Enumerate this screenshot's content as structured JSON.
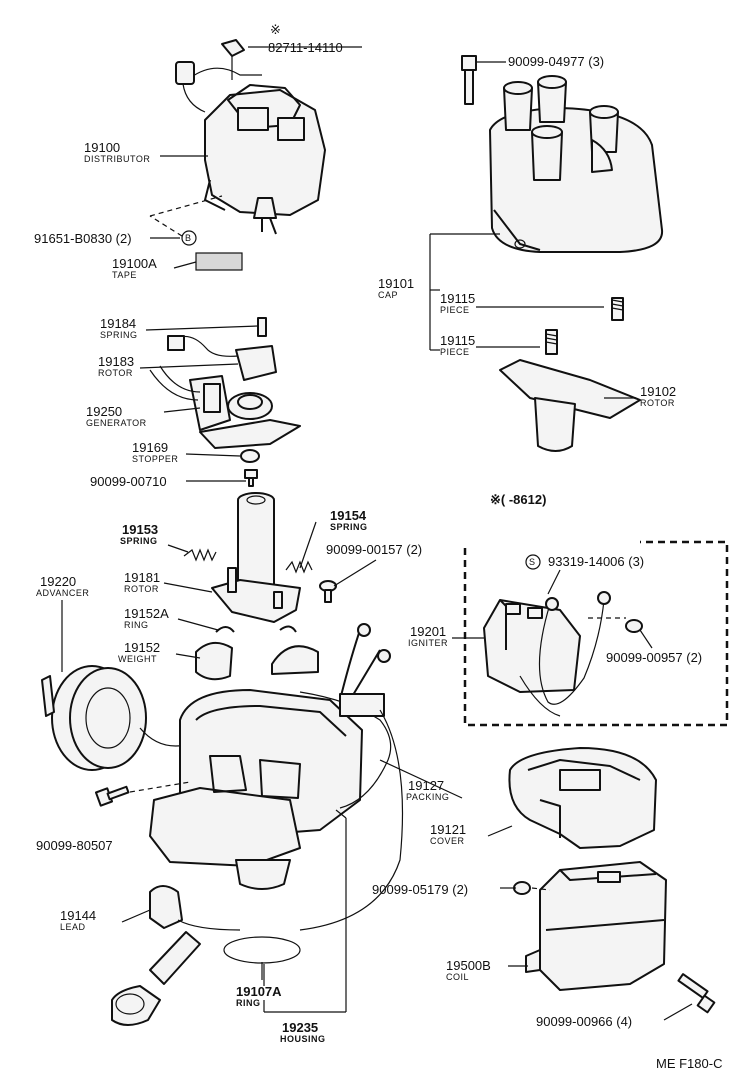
{
  "labels": {
    "l82711": {
      "num": "82711-14110",
      "mark": "※"
    },
    "l90099_04977": {
      "num": "90099-04977 (3)"
    },
    "l19100": {
      "num": "19100",
      "sub": "DISTRIBUTOR"
    },
    "l91651": {
      "num": "91651-B0830 (2)",
      "mark": "B"
    },
    "l19100A": {
      "num": "19100A",
      "sub": "TAPE"
    },
    "l19101": {
      "num": "19101",
      "sub": "CAP"
    },
    "l19115a": {
      "num": "19115",
      "sub": "PIECE"
    },
    "l19115b": {
      "num": "19115",
      "sub": "PIECE"
    },
    "l19184": {
      "num": "19184",
      "sub": "SPRING"
    },
    "l19183": {
      "num": "19183",
      "sub": "ROTOR"
    },
    "l19250": {
      "num": "19250",
      "sub": "GENERATOR"
    },
    "l19102": {
      "num": "19102",
      "sub": "ROTOR"
    },
    "l19169": {
      "num": "19169",
      "sub": "STOPPER"
    },
    "l90099_00710": {
      "num": "90099-00710"
    },
    "l8612": {
      "num": "※(     -8612)"
    },
    "l19153": {
      "num": "19153",
      "sub": "SPRING"
    },
    "l19154": {
      "num": "19154",
      "sub": "SPRING"
    },
    "l90099_00157": {
      "num": "90099-00157 (2)"
    },
    "l93319": {
      "num": "93319-14006 (3)",
      "mark": "S"
    },
    "l19220": {
      "num": "19220",
      "sub": "ADVANCER"
    },
    "l19181": {
      "num": "19181",
      "sub": "ROTOR"
    },
    "l19152A": {
      "num": "19152A",
      "sub": "RING"
    },
    "l19201": {
      "num": "19201",
      "sub": "IGNITER"
    },
    "l90099_00957": {
      "num": "90099-00957 (2)"
    },
    "l19152": {
      "num": "19152",
      "sub": "WEIGHT"
    },
    "l19127": {
      "num": "19127",
      "sub": "PACKING"
    },
    "l90099_80507": {
      "num": "90099-80507"
    },
    "l19121": {
      "num": "19121",
      "sub": "COVER"
    },
    "l90099_05179": {
      "num": "90099-05179 (2)"
    },
    "l19144": {
      "num": "19144",
      "sub": "LEAD"
    },
    "l19500B": {
      "num": "19500B",
      "sub": "COIL"
    },
    "l19107A": {
      "num": "19107A",
      "sub": "RING"
    },
    "l90099_00966": {
      "num": "90099-00966 (4)"
    },
    "l19235": {
      "num": "19235",
      "sub": "HOUSING"
    }
  },
  "footer": {
    "code": "ME  F180-C"
  }
}
